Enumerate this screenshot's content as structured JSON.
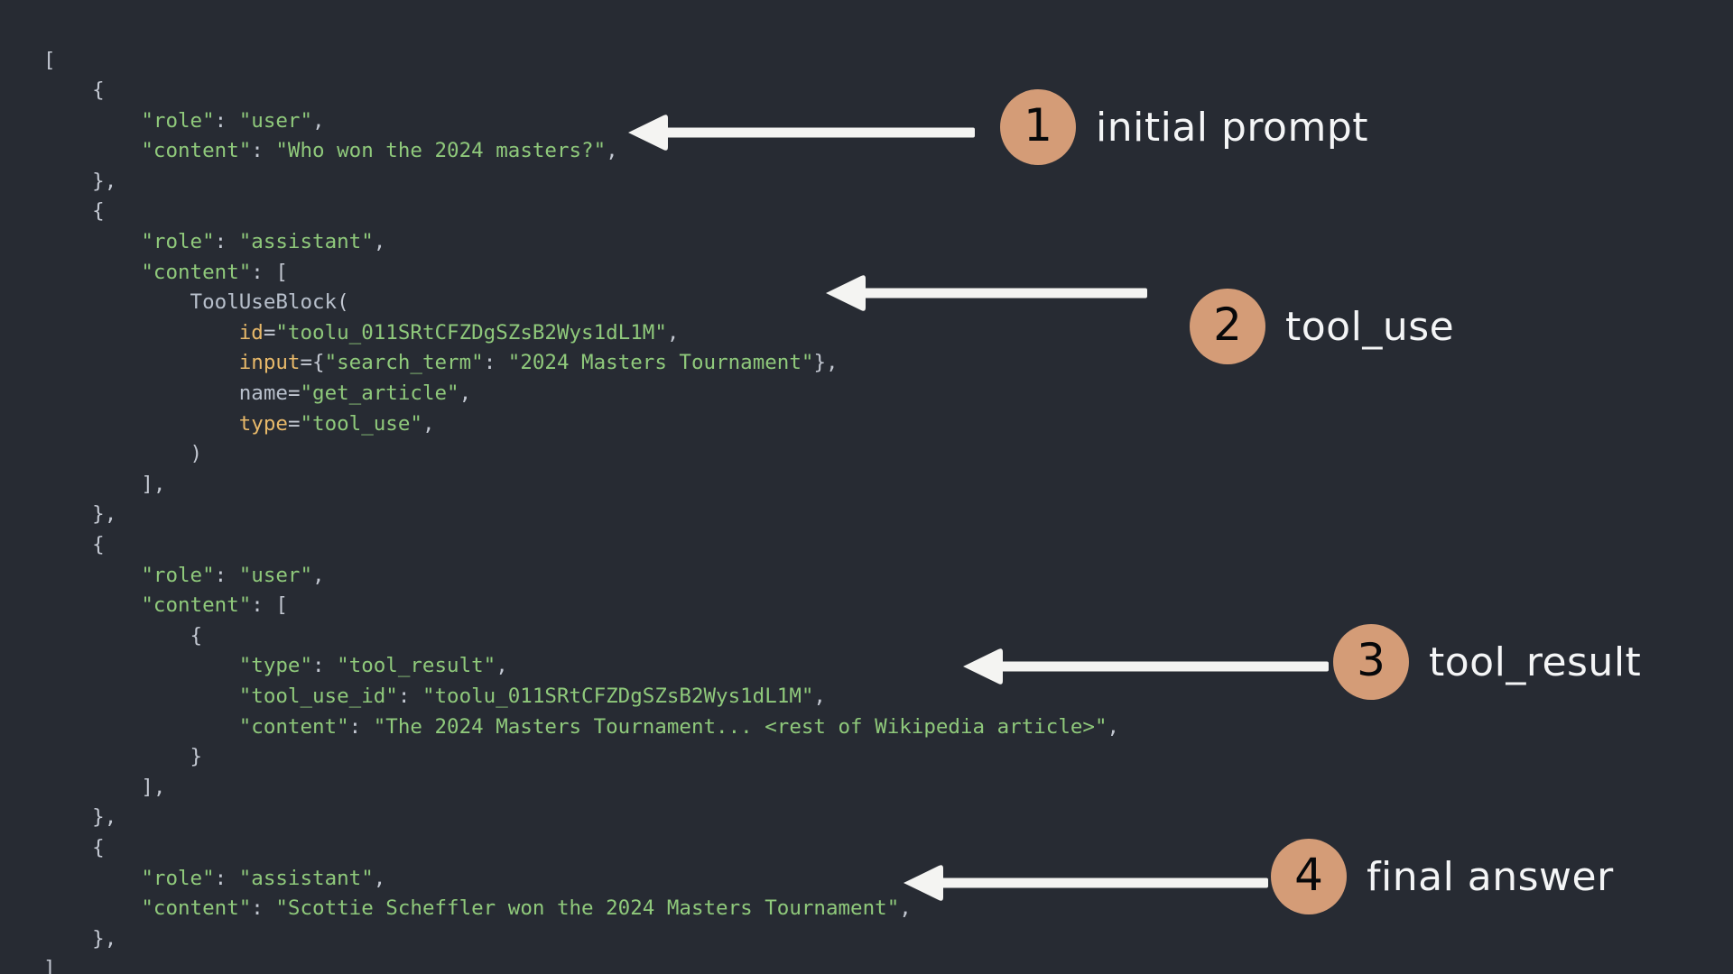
{
  "theme": {
    "background": "#272b33",
    "string_color": "#8fc97b",
    "punctuation_color": "#c3c8d2",
    "keyword_color": "#e8b96a",
    "class_color": "#b8c0cc",
    "annotation_circle_color": "#d49c77",
    "annotation_label_color": "#f4f5f6",
    "arrow_color": "#f4f4f2"
  },
  "code": {
    "language": "python-repr",
    "lines": [
      "[",
      "    {",
      "        \"role\": \"user\",",
      "        \"content\": \"Who won the 2024 masters?\",",
      "    },",
      "    {",
      "        \"role\": \"assistant\",",
      "        \"content\": [",
      "            ToolUseBlock(",
      "                id=\"toolu_011SRtCFZDgSZsB2Wys1dL1M\",",
      "                input={\"search_term\": \"2024 Masters Tournament\"},",
      "                name=\"get_article\",",
      "                type=\"tool_use\",",
      "            )",
      "        ],",
      "    },",
      "    {",
      "        \"role\": \"user\",",
      "        \"content\": [",
      "            {",
      "                \"type\": \"tool_result\",",
      "                \"tool_use_id\": \"toolu_011SRtCFZDgSZsB2Wys1dL1M\",",
      "                \"content\": \"The 2024 Masters Tournament... <rest of Wikipedia article>\",",
      "            }",
      "        ],",
      "    },",
      "    {",
      "        \"role\": \"assistant\",",
      "        \"content\": \"Scottie Scheffler won the 2024 Masters Tournament\",",
      "    },",
      "]"
    ],
    "values": {
      "user_prompt": "Who won the 2024 masters?",
      "tool_use_id": "toolu_011SRtCFZDgSZsB2Wys1dL1M",
      "tool_input_search_term": "2024 Masters Tournament",
      "tool_name": "get_article",
      "tool_type": "tool_use",
      "tool_result_type": "tool_result",
      "tool_result_content": "The 2024 Masters Tournament... <rest of Wikipedia article>",
      "final_answer": "Scottie Scheffler won the 2024 Masters Tournament",
      "roles": [
        "user",
        "assistant",
        "user",
        "assistant"
      ]
    }
  },
  "annotations": [
    {
      "number": "1",
      "label": "initial prompt"
    },
    {
      "number": "2",
      "label": "tool_use"
    },
    {
      "number": "3",
      "label": "tool_result"
    },
    {
      "number": "4",
      "label": "final answer"
    }
  ]
}
